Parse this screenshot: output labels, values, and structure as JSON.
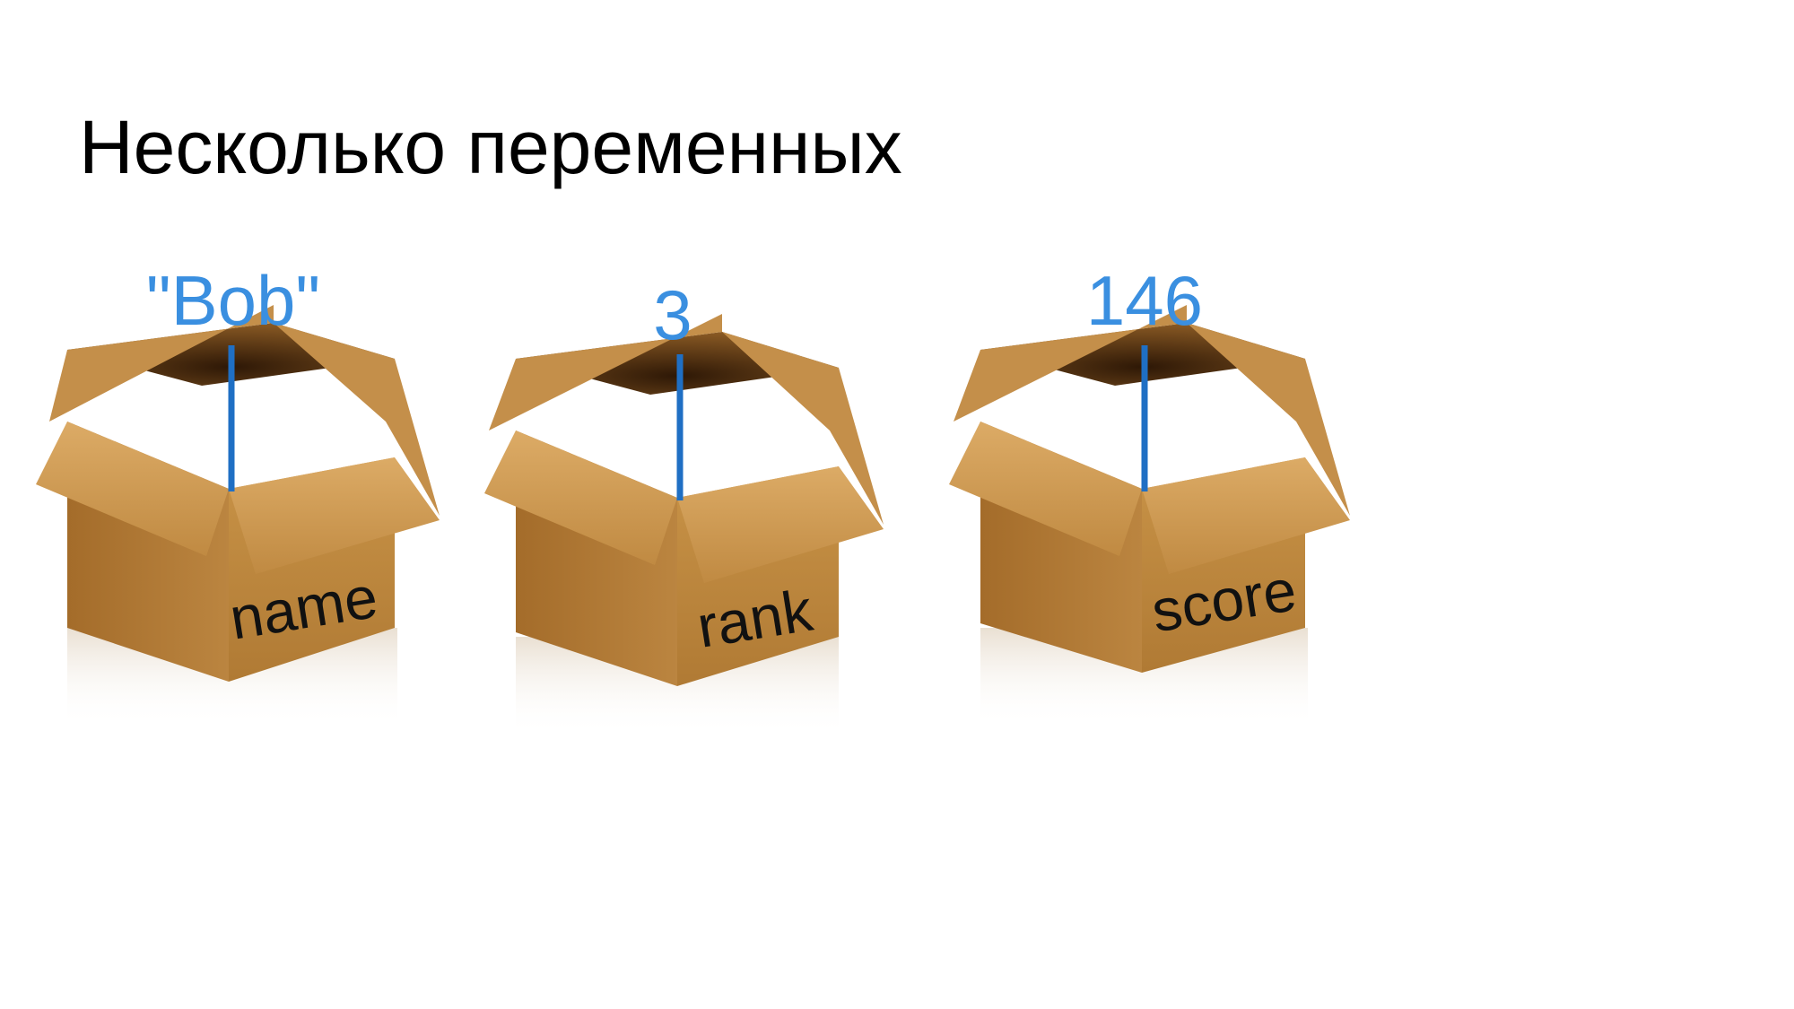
{
  "title": "Несколько переменных",
  "colors": {
    "value_text": "#3a8fe0",
    "pointer_line": "#1f6fc4",
    "box_front": "#c08a42",
    "box_side": "#a8722e",
    "box_inner": "#6b4218",
    "box_flap": "#d4a05a",
    "label_text": "#111111"
  },
  "variables": [
    {
      "name": "name",
      "value": "\"Bob\""
    },
    {
      "name": "rank",
      "value": "3"
    },
    {
      "name": "score",
      "value": "146"
    }
  ]
}
